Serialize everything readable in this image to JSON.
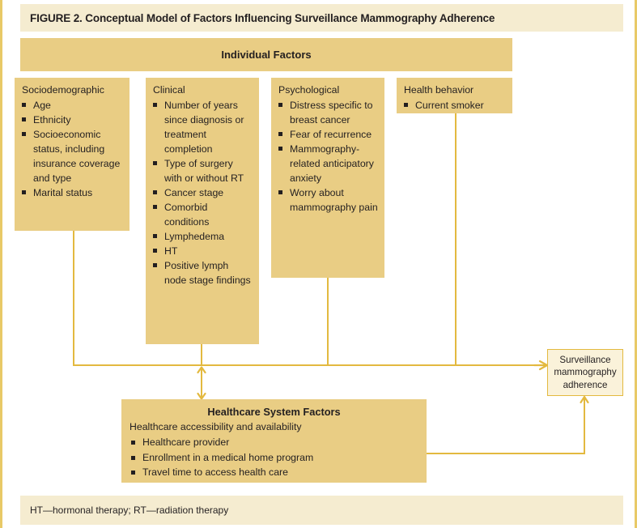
{
  "figure": {
    "title": "FIGURE 2. Conceptual Model of Factors Influencing Surveillance Mammography Adherence",
    "footnote": "HT—hormonal therapy; RT—radiation therapy",
    "individual_factors_label": "Individual Factors"
  },
  "colors": {
    "box_fill": "#e9cd84",
    "bar_fill": "#f5ecd0",
    "outcome_fill": "#faf2da",
    "line": "#e3b93f",
    "text": "#231f20"
  },
  "columns": [
    {
      "heading": "Sociodemographic",
      "items": [
        "Age",
        "Ethnicity",
        "Socioeconomic status, including insurance coverage and type",
        "Marital status"
      ]
    },
    {
      "heading": "Clinical",
      "items": [
        "Number of years since diagnosis or treatment completion",
        "Type of surgery with or without RT",
        "Cancer stage",
        "Comorbid conditions",
        "Lymphedema",
        "HT",
        "Positive lymph node stage findings"
      ]
    },
    {
      "heading": "Psychological",
      "items": [
        "Distress specific to breast cancer",
        "Fear of recurrence",
        "Mammography-related anticipatory anxiety",
        "Worry about mammography pain"
      ]
    },
    {
      "heading": "Health behavior",
      "items": [
        "Current smoker"
      ]
    }
  ],
  "healthcare_system": {
    "title": "Healthcare System Factors",
    "subtitle": "Healthcare accessibility and availability",
    "items": [
      "Healthcare provider",
      "Enrollment in a medical home program",
      "Travel time to access health care"
    ]
  },
  "outcome": {
    "label": "Surveillance mammography adherence"
  }
}
